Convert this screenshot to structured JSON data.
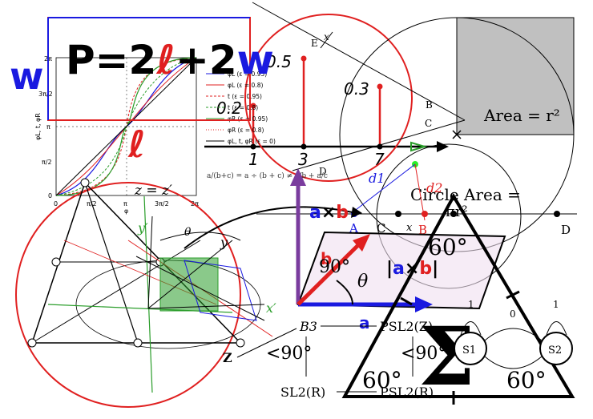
{
  "colors": {
    "black": "#000000",
    "red": "#e02020",
    "blue": "#1a1ae0",
    "green": "#2a9d2a",
    "purple": "#7a3c9e",
    "gray": "#c0c0c0"
  },
  "perimeter": {
    "formula_prefix": "P=2",
    "ell_1": "ℓ",
    "formula_middle": "+2",
    "w_right": "w",
    "w_left": "w",
    "ell_label": "ℓ"
  },
  "phase_plot": {
    "y_ticks": [
      "2π",
      "3π/2",
      "π",
      "π/2",
      "0"
    ],
    "x_ticks": [
      "0",
      "π/2",
      "π",
      "3π/2",
      "2π"
    ],
    "x_axis_label": "φ",
    "y_axis_label": "φL, t, φR",
    "legend": [
      "φL (ε = 0.95)",
      "φL (ε = 0.8)",
      "t (ε = 0.95)",
      "t (ε = 0.8)",
      "φR (ε = 0.95)",
      "φR (ε = 0.8)",
      "φL, t, φR (ε = 0)"
    ]
  },
  "stem_plot": {
    "labels": [
      "0.5",
      "0.3",
      "0.2"
    ],
    "ticks": [
      "1",
      "3",
      "7"
    ]
  },
  "fraction_formula": "a/(b+c) = a ÷ (b + c) ≠ a/b + a/c",
  "circle_area": {
    "area_label": "Area = r²",
    "circle_area_label": "Circle Area =",
    "pi_r2": "πr²"
  },
  "points": {
    "A": "A",
    "B": "B",
    "C": "C",
    "D": "D",
    "E": "E",
    "x": "x"
  },
  "distance": {
    "d1": "d1",
    "d2": "d2"
  },
  "cross_product": {
    "axb": "a×b",
    "abs_axb": "|a×b|",
    "theta": "θ",
    "a": "a",
    "b": "b"
  },
  "rotation": {
    "z_eq": "z = z′",
    "x_prime": "x′",
    "y_prime": "y′",
    "y": "y",
    "theta": "θ"
  },
  "angles": {
    "ninety": "90°",
    "lt_ninety_1": "<90°",
    "lt_ninety_2": "<90°",
    "sixty_1": "60°",
    "sixty_2": "60°",
    "sixty_3": "60°"
  },
  "braid": {
    "b3": "B3",
    "psl_1": "PSL2(Z)",
    "psl_2": "PSL2(R)",
    "sl": "SL2(R)",
    "z": "Z"
  },
  "sigma": "Σ",
  "markov": {
    "s1": "S1",
    "s2": "S2",
    "p1": "1",
    "p0": "0",
    "p1b": "1"
  }
}
